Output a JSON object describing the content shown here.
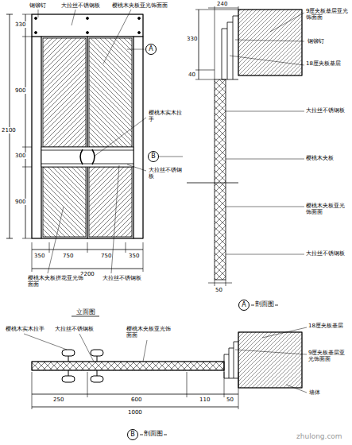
{
  "diagram": {
    "nodes": [
      {
        "text": [
          "A"
        ]
      },
      {
        "text": [
          "B"
        ]
      },
      {
        "text": [
          "A"
        ]
      },
      {
        "text": [
          "B"
        ]
      }
    ],
    "labels": [
      "钢铆钉",
      "大拉丝不锈钢板",
      "樱桃木夹板亚光饰面面",
      "330",
      "900",
      "300",
      "900",
      "2100",
      "樱桃木实木拉手",
      "大拉丝不锈钢板",
      "350",
      "750",
      "750",
      "350",
      "2200",
      "樱桃木夹板拼花亚光饰面面",
      "大拉丝不锈钢板",
      "立面图",
      "240",
      "330",
      "40",
      "9厘夹板基层亚光饰面面",
      "钢铆钉",
      "18厘夹板基层",
      "大拉丝不锈钢板",
      "樱桃木夹板",
      "樱桃木夹板亚光饰面面",
      "大拉丝不锈钢板",
      "50",
      "剖面图",
      "樱桃木实木拉手",
      "大拉丝不锈钢板",
      "樱桃木夹板亚光饰面面",
      "18厘夹板基层",
      "9厘夹板基层亚光饰面面",
      "墙体",
      "250",
      "600",
      "110",
      "50",
      "1000",
      "剖面图",
      "zhulong.com"
    ]
  }
}
